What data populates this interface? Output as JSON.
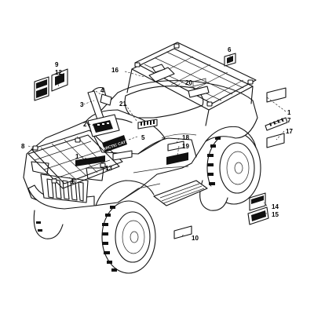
{
  "callouts": [
    {
      "id": "c1a",
      "text": "1"
    },
    {
      "id": "c1b",
      "text": "1"
    },
    {
      "id": "c2",
      "text": "2"
    },
    {
      "id": "c3",
      "text": "3"
    },
    {
      "id": "c4",
      "text": "4"
    },
    {
      "id": "c5",
      "text": "5"
    },
    {
      "id": "c6",
      "text": "6"
    },
    {
      "id": "c7",
      "text": "7"
    },
    {
      "id": "c8",
      "text": "8"
    },
    {
      "id": "c9",
      "text": "9"
    },
    {
      "id": "c10",
      "text": "10"
    },
    {
      "id": "c11",
      "text": "11"
    },
    {
      "id": "c12",
      "text": "12"
    },
    {
      "id": "c13",
      "text": "13"
    },
    {
      "id": "c14",
      "text": "14"
    },
    {
      "id": "c15",
      "text": "15"
    },
    {
      "id": "c16",
      "text": "16"
    },
    {
      "id": "c17",
      "text": "17"
    },
    {
      "id": "c18",
      "text": "18"
    },
    {
      "id": "c19",
      "text": "19"
    },
    {
      "id": "c20",
      "text": "20"
    },
    {
      "id": "c21",
      "text": "21"
    }
  ],
  "hood_decal_text": "ARCTIC CAT"
}
